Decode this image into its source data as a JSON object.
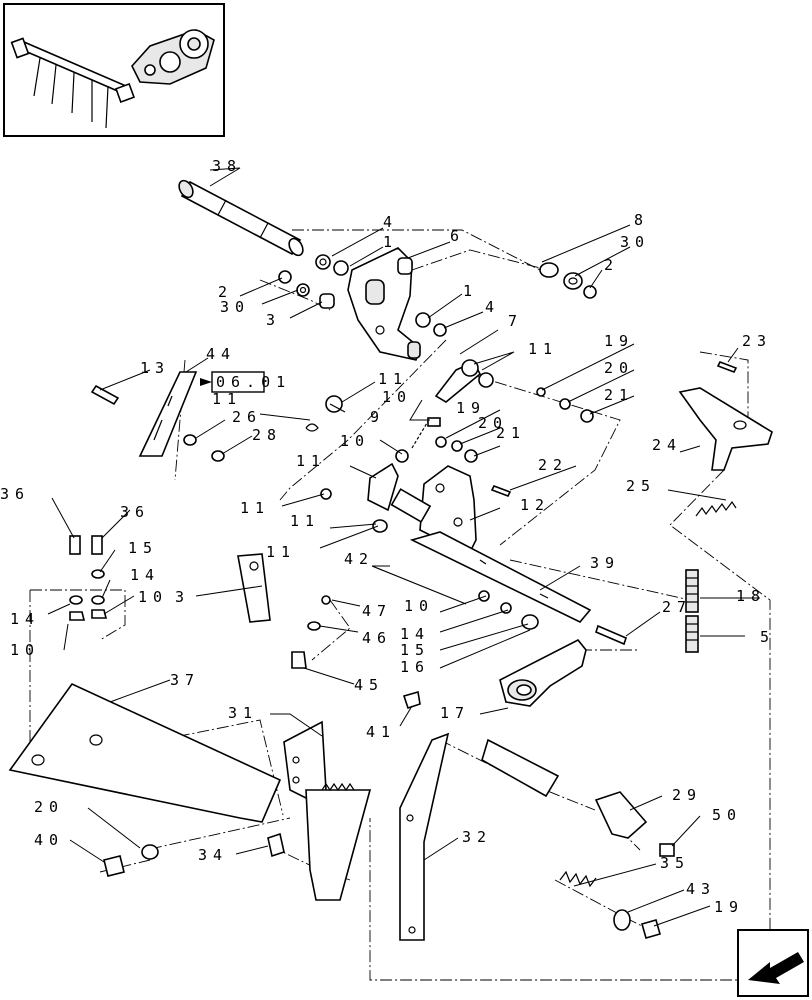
{
  "page_reference": "06.01",
  "callouts": {
    "c38": "38",
    "c4a": "4",
    "c1a": "1",
    "c6": "6",
    "c8": "8",
    "c30a": "30",
    "c2a": "2",
    "c2b": "2",
    "c30b": "30",
    "c3": "3",
    "c1b": "1",
    "c4b": "4",
    "c7": "7",
    "c11a": "11",
    "c19a": "19",
    "c20a": "20",
    "c21a": "21",
    "c23": "23",
    "c13": "13",
    "c44": "44",
    "c11b": "11",
    "c11c": "11",
    "c10a": "10",
    "c26": "26",
    "c9": "9",
    "c28": "28",
    "c19b": "19",
    "c20b": "20",
    "c21b": "21",
    "c24": "24",
    "c10b": "10",
    "c11d": "11",
    "c22": "22",
    "c25": "25",
    "c36a": "36",
    "c36b": "36",
    "c11e": "11",
    "c11f": "11",
    "c12": "12",
    "c15a": "15",
    "c11g": "11",
    "c42": "42",
    "c14a": "14",
    "c39": "39",
    "c14b": "14",
    "c10c": "10",
    "c3b": "3",
    "c47": "47",
    "c10d": "10",
    "c27": "27",
    "c18": "18",
    "c10e": "10",
    "c46": "46",
    "c14c": "14",
    "c15b": "15",
    "c5": "5",
    "c16": "16",
    "c45": "45",
    "c37": "37",
    "c31": "31",
    "c41": "41",
    "c17": "17",
    "c29": "29",
    "c50": "50",
    "c20c": "20",
    "c40": "40",
    "c34": "34",
    "c32": "32",
    "c35": "35",
    "c43": "43",
    "c19c": "19"
  }
}
